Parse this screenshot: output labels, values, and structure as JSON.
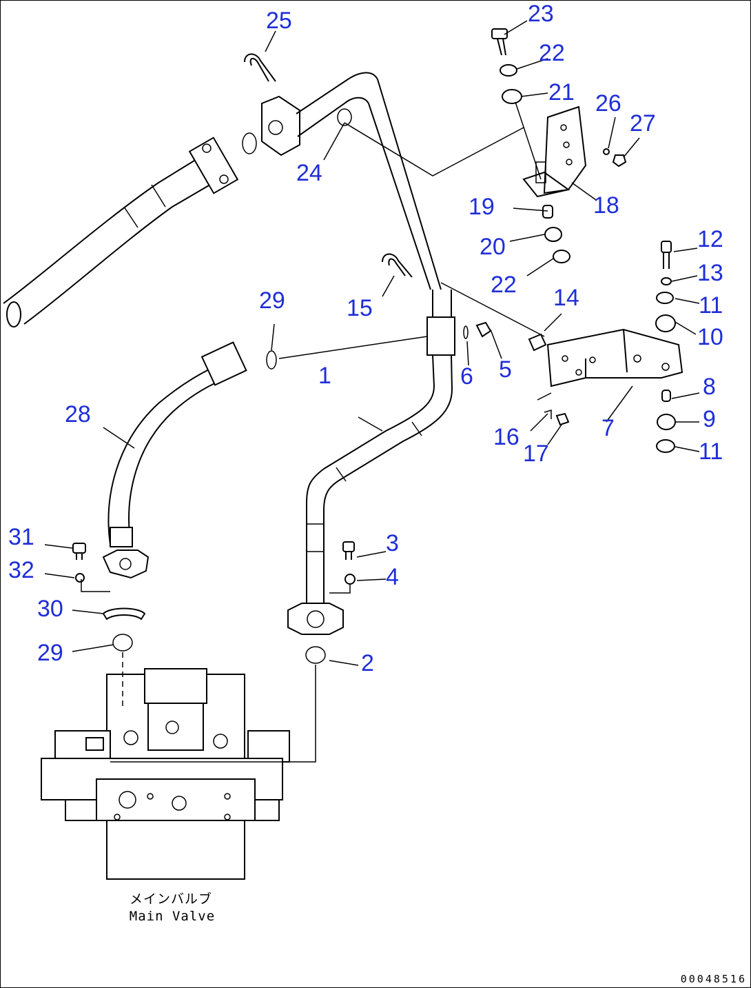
{
  "callouts": [
    "1",
    "2",
    "3",
    "4",
    "5",
    "6",
    "7",
    "8",
    "9",
    "10",
    "11",
    "11",
    "12",
    "13",
    "14",
    "15",
    "16",
    "17",
    "18",
    "19",
    "20",
    "21",
    "22",
    "22",
    "23",
    "24",
    "25",
    "26",
    "27",
    "28",
    "29",
    "29",
    "30",
    "31",
    "32"
  ],
  "caption": {
    "japanese": "メインバルブ",
    "english": "Main Valve"
  },
  "drawing_number": "00048516",
  "colors": {
    "callout": "#1f2ed6",
    "line": "#000000",
    "background": "#ffffff"
  }
}
